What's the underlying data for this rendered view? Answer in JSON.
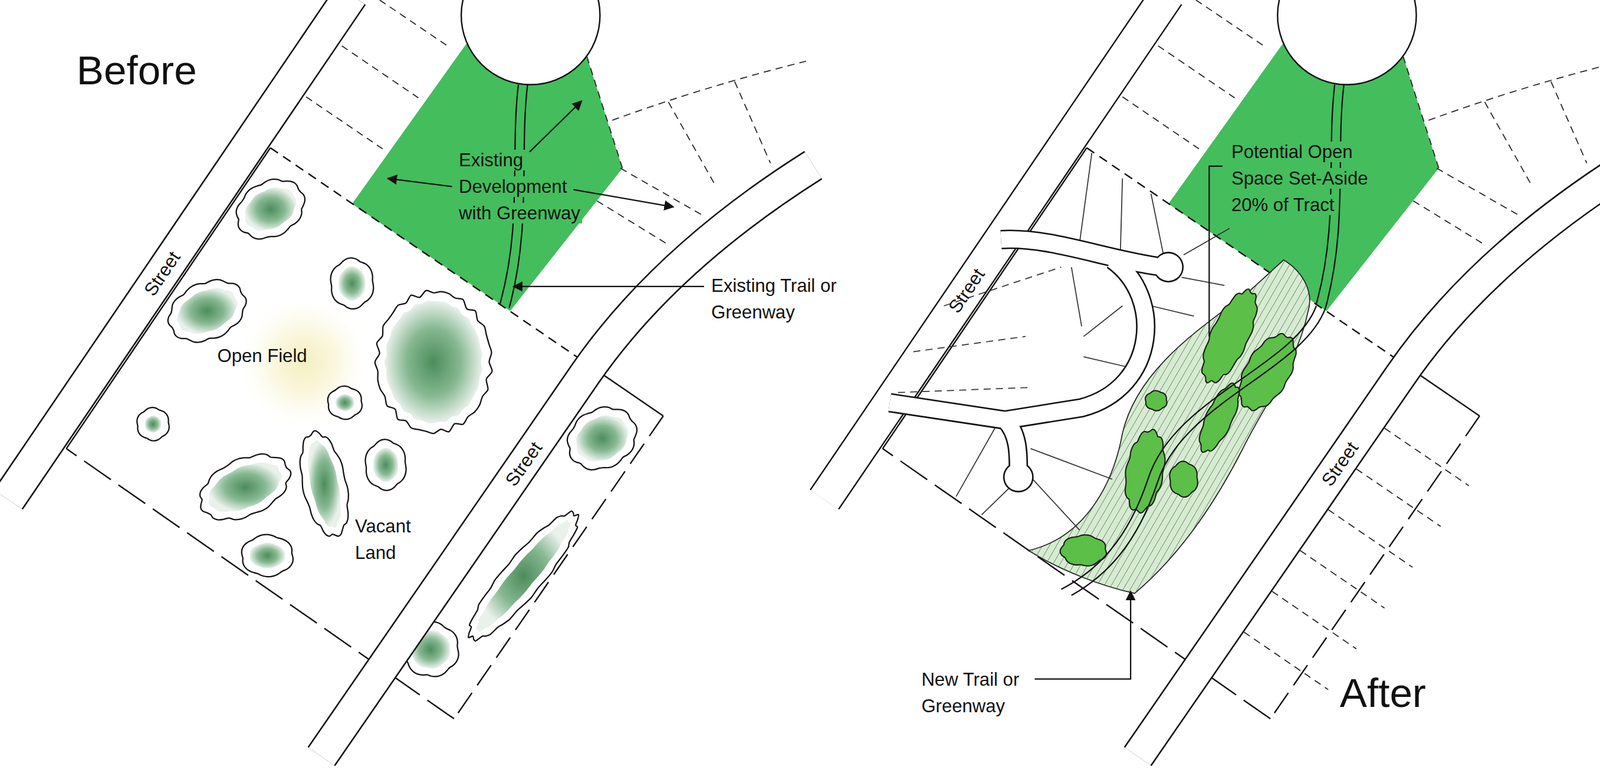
{
  "diagram": {
    "labels": [
      "Before",
      "Existing Development with Greenway",
      "Street",
      "Open Field",
      "Existing Trail or Greenway",
      "Street",
      "Vacant Land",
      "Street",
      "Potential Open Space Set-Aside 20% of Tract",
      "Street",
      "New Trail or Greenway",
      "After"
    ]
  }
}
